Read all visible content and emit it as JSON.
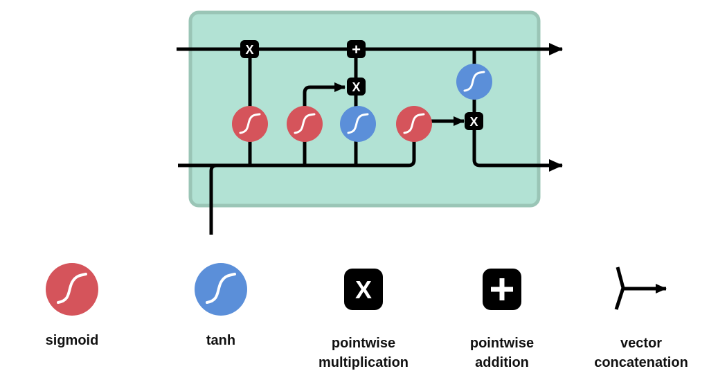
{
  "diagram": {
    "title": "LSTM cell",
    "colors": {
      "cell_fill": "#b2e2d4",
      "cell_border": "#9ac5b6",
      "sigmoid": "#d5545b",
      "tanh": "#5b8fd9",
      "op_box": "#000000",
      "line": "#000000",
      "curve": "#ffffff"
    },
    "ops": {
      "mul_symbol": "X",
      "add_symbol": "+"
    }
  },
  "legend": [
    {
      "id": "sigmoid",
      "label_line1": "sigmoid",
      "label_line2": "",
      "icon": "sigmoid-icon"
    },
    {
      "id": "tanh",
      "label_line1": "tanh",
      "label_line2": "",
      "icon": "tanh-icon"
    },
    {
      "id": "multiplication",
      "label_line1": "pointwise",
      "label_line2": "multiplication",
      "icon": "pointwise-multiplication-icon",
      "symbol": "X"
    },
    {
      "id": "addition",
      "label_line1": "pointwise",
      "label_line2": "addition",
      "icon": "pointwise-addition-icon",
      "symbol": "+"
    },
    {
      "id": "concatenation",
      "label_line1": "vector",
      "label_line2": "concatenation",
      "icon": "vector-concatenation-icon"
    }
  ]
}
